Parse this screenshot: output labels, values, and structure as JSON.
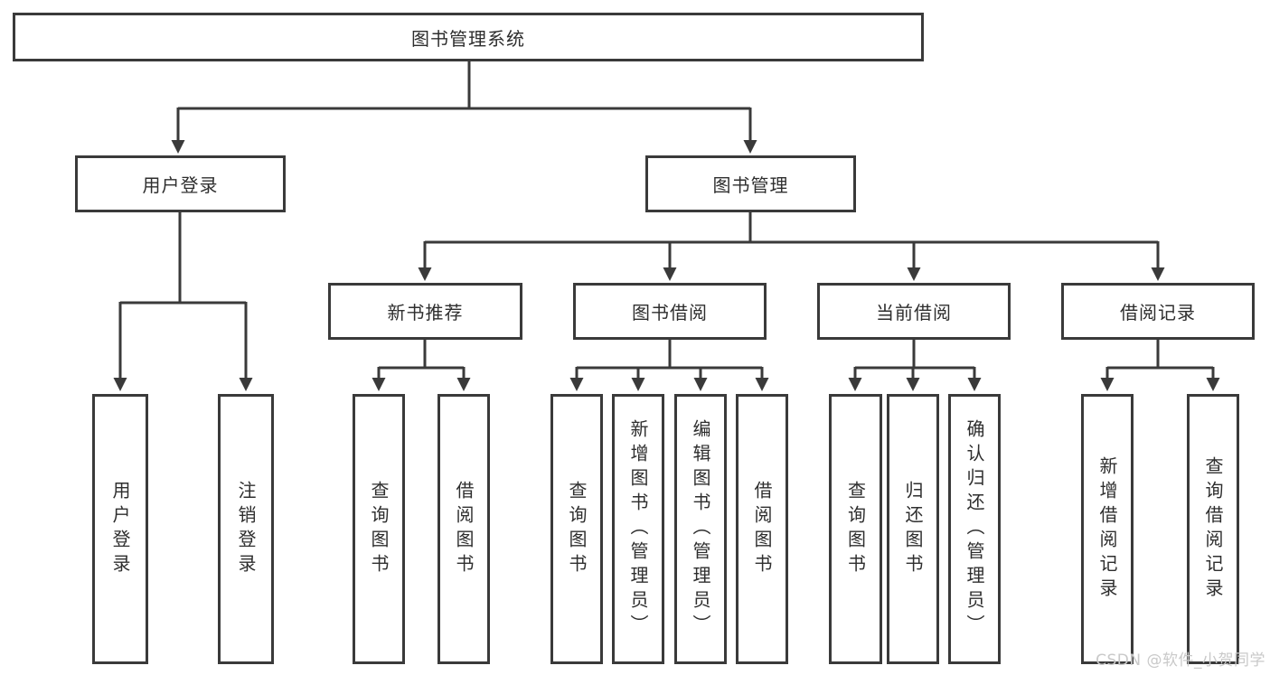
{
  "diagram": {
    "root": {
      "label": "图书管理系统"
    },
    "branches": [
      {
        "label": "用户登录"
      },
      {
        "label": "图书管理"
      }
    ],
    "modules": [
      {
        "label": "新书推荐"
      },
      {
        "label": "图书借阅"
      },
      {
        "label": "当前借阅"
      },
      {
        "label": "借阅记录"
      }
    ],
    "leaves": [
      {
        "label": "用户登录"
      },
      {
        "label": "注销登录"
      },
      {
        "label": "查询图书"
      },
      {
        "label": "借阅图书"
      },
      {
        "label": "查询图书"
      },
      {
        "label": "新增图书（管理员）"
      },
      {
        "label": "编辑图书（管理员）"
      },
      {
        "label": "借阅图书"
      },
      {
        "label": "查询图书"
      },
      {
        "label": "归还图书"
      },
      {
        "label": "确认归还（管理员）"
      },
      {
        "label": "新增借阅记录"
      },
      {
        "label": "查询借阅记录"
      }
    ],
    "colors": {
      "border": "#3a3a3a",
      "line": "#3a3a3a",
      "text": "#2e2e2e",
      "watermark": "#c9c9c9",
      "background": "#ffffff"
    },
    "watermark": {
      "text": "CSDN @软件_小贺同学"
    }
  }
}
